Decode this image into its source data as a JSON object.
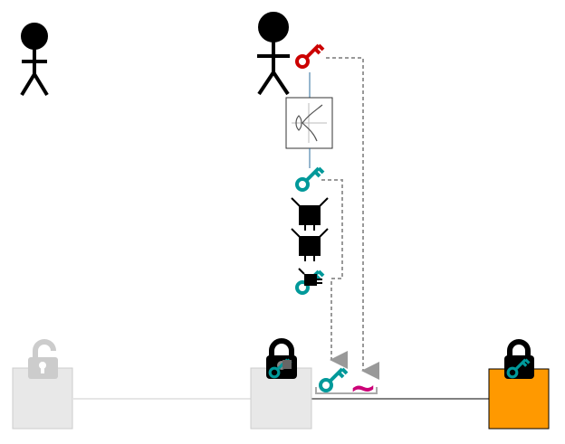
{
  "diagram": {
    "actors": [
      {
        "name": "person-left"
      },
      {
        "name": "person-center"
      }
    ],
    "keys": [
      {
        "name": "private-key",
        "color": "#cc0000"
      },
      {
        "name": "derived-key",
        "color": "#00999a"
      },
      {
        "name": "wrapped-key",
        "color": "#00999a"
      },
      {
        "name": "output-key",
        "color": "#00999a"
      }
    ],
    "signature_symbol": {
      "glyph": "~",
      "color": "#cc0077"
    },
    "boxes": [
      {
        "name": "unlocked-box",
        "state": "unlocked",
        "fill": "#e8e8e8"
      },
      {
        "name": "locked-box-gray",
        "state": "locked",
        "fill": "#e8e8e8"
      },
      {
        "name": "locked-box-orange",
        "state": "locked",
        "fill": "#ff9900"
      }
    ],
    "colors": {
      "teal": "#00999a",
      "red": "#cc0000",
      "magenta": "#cc0077",
      "orange": "#ff9900",
      "arrow_gray": "#999999",
      "box_gray": "#e8e8e8"
    }
  }
}
